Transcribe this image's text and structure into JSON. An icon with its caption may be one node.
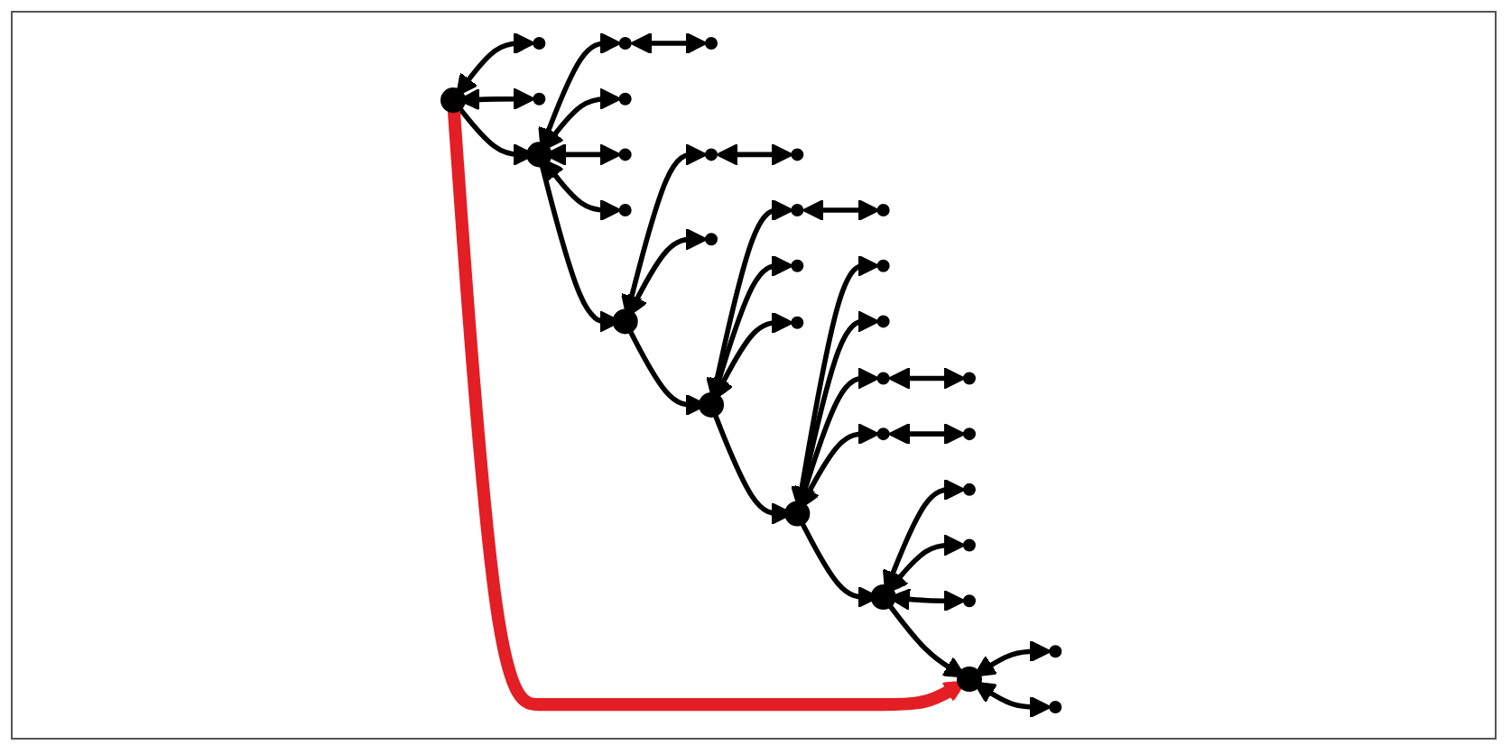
{
  "diagram": {
    "nodes": [
      {
        "text": [],
        "shape": "circle"
      },
      {
        "text": [],
        "shape": "circle"
      },
      {
        "text": [],
        "shape": "circle"
      },
      {
        "text": [],
        "shape": "circle"
      },
      {
        "text": [],
        "shape": "circle"
      },
      {
        "text": [],
        "shape": "circle"
      },
      {
        "text": [],
        "shape": "circle"
      },
      {
        "text": [],
        "shape": "circle"
      },
      {
        "text": [],
        "shape": "circle"
      },
      {
        "text": [],
        "shape": "circle"
      },
      {
        "text": [],
        "shape": "circle"
      },
      {
        "text": [],
        "shape": "circle"
      },
      {
        "text": [],
        "shape": "circle"
      },
      {
        "text": [],
        "shape": "circle"
      },
      {
        "text": [],
        "shape": "circle"
      },
      {
        "text": [],
        "shape": "circle"
      },
      {
        "text": [],
        "shape": "circle"
      },
      {
        "text": [],
        "shape": "circle"
      },
      {
        "text": [],
        "shape": "circle"
      },
      {
        "text": [],
        "shape": "circle"
      },
      {
        "text": [],
        "shape": "circle"
      },
      {
        "text": [],
        "shape": "circle"
      },
      {
        "text": [],
        "shape": "circle"
      },
      {
        "text": [],
        "shape": "circle"
      },
      {
        "text": [],
        "shape": "circle"
      },
      {
        "text": [],
        "shape": "circle"
      },
      {
        "text": [],
        "shape": "circle"
      },
      {
        "text": [],
        "shape": "circle"
      },
      {
        "text": [],
        "shape": "circle"
      },
      {
        "text": [],
        "shape": "circle"
      },
      {
        "text": [],
        "shape": "circle"
      },
      {
        "text": [],
        "shape": "circle"
      }
    ],
    "edges": [
      {
        "from": 0,
        "to": 1,
        "arrow": "both"
      },
      {
        "from": 0,
        "to": 2,
        "arrow": "both"
      },
      {
        "from": 0,
        "to": 3,
        "arrow": "to"
      },
      {
        "from": 3,
        "to": 4,
        "arrow": "both"
      },
      {
        "from": 4,
        "to": 5,
        "arrow": "both"
      },
      {
        "from": 3,
        "to": 6,
        "arrow": "both"
      },
      {
        "from": 3,
        "to": 7,
        "arrow": "both"
      },
      {
        "from": 3,
        "to": 8,
        "arrow": "both"
      },
      {
        "from": 3,
        "to": 9,
        "arrow": "to"
      },
      {
        "from": 9,
        "to": 10,
        "arrow": "both"
      },
      {
        "from": 10,
        "to": 11,
        "arrow": "both"
      },
      {
        "from": 9,
        "to": 12,
        "arrow": "both"
      },
      {
        "from": 9,
        "to": 13,
        "arrow": "to"
      },
      {
        "from": 13,
        "to": 14,
        "arrow": "both"
      },
      {
        "from": 14,
        "to": 15,
        "arrow": "both"
      },
      {
        "from": 13,
        "to": 16,
        "arrow": "both"
      },
      {
        "from": 13,
        "to": 17,
        "arrow": "both"
      },
      {
        "from": 13,
        "to": 18,
        "arrow": "to"
      },
      {
        "from": 18,
        "to": 19,
        "arrow": "both"
      },
      {
        "from": 18,
        "to": 20,
        "arrow": "both"
      },
      {
        "from": 18,
        "to": 21,
        "arrow": "both"
      },
      {
        "from": 21,
        "to": 22,
        "arrow": "both"
      },
      {
        "from": 18,
        "to": 23,
        "arrow": "both"
      },
      {
        "from": 23,
        "to": 24,
        "arrow": "both"
      },
      {
        "from": 18,
        "to": 25,
        "arrow": "to"
      },
      {
        "from": 25,
        "to": 26,
        "arrow": "both"
      },
      {
        "from": 25,
        "to": 27,
        "arrow": "both"
      },
      {
        "from": 25,
        "to": 28,
        "arrow": "both"
      },
      {
        "from": 25,
        "to": 29,
        "arrow": "to"
      },
      {
        "from": 29,
        "to": 30,
        "arrow": "both"
      },
      {
        "from": 29,
        "to": 31,
        "arrow": "both"
      },
      {
        "from": 0,
        "to": 29,
        "arrow": "to",
        "style": "thick",
        "color": "#e31e24"
      }
    ]
  }
}
